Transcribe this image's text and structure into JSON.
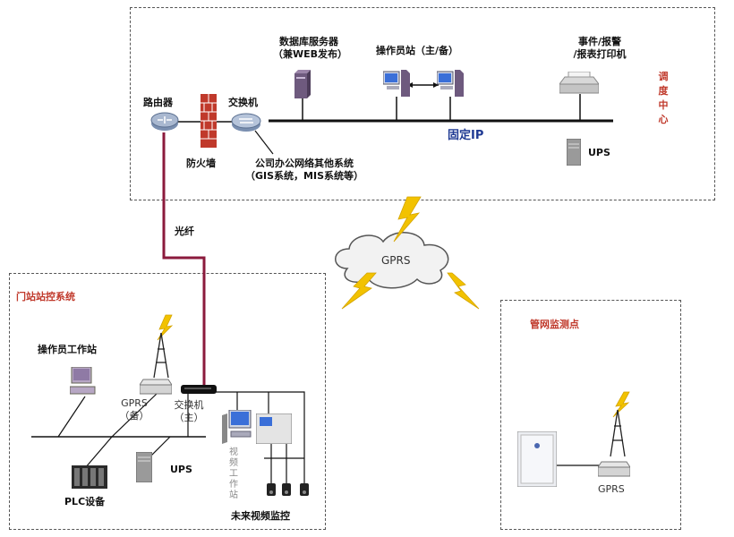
{
  "control_center": {
    "label_chars": [
      "调",
      "度",
      "中",
      "心"
    ],
    "db_server": {
      "line1": "数据库服务器",
      "line2": "（兼WEB发布）"
    },
    "operator_station": "操作员站（主/备）",
    "event_alarm": {
      "line1": "事件/报警",
      "line2": "/报表打印机"
    },
    "router": "路由器",
    "switch": "交换机",
    "firewall": "防火墙",
    "fixed_ip": "固定IP",
    "ups": "UPS",
    "office_net": {
      "line1": "公司办公网络其他系统",
      "line2": "（GIS系统，MIS系统等）"
    }
  },
  "fiber": "光纤",
  "gprs_cloud": "GPRS",
  "gate_station": {
    "title": "门站站控系统",
    "operator_ws": "操作员工作站",
    "gprs_backup": {
      "line1": "GPRS",
      "line2": "（备）"
    },
    "switch_main": {
      "line1": "交换机",
      "line2": "（主）"
    },
    "ups": "UPS",
    "plc": "PLC设备",
    "video_ws": {
      "c1": "视",
      "c2": "频",
      "c3": "工",
      "c4": "作",
      "c5": "站"
    },
    "future_video": "未来视频监控"
  },
  "pipeline_point": {
    "title": "管网监测点",
    "gprs": "GPRS"
  },
  "colors": {
    "fiber": "#8b1a3c",
    "lightning": "#f2c200",
    "firewall": "#c0392b",
    "border": "#555555"
  }
}
